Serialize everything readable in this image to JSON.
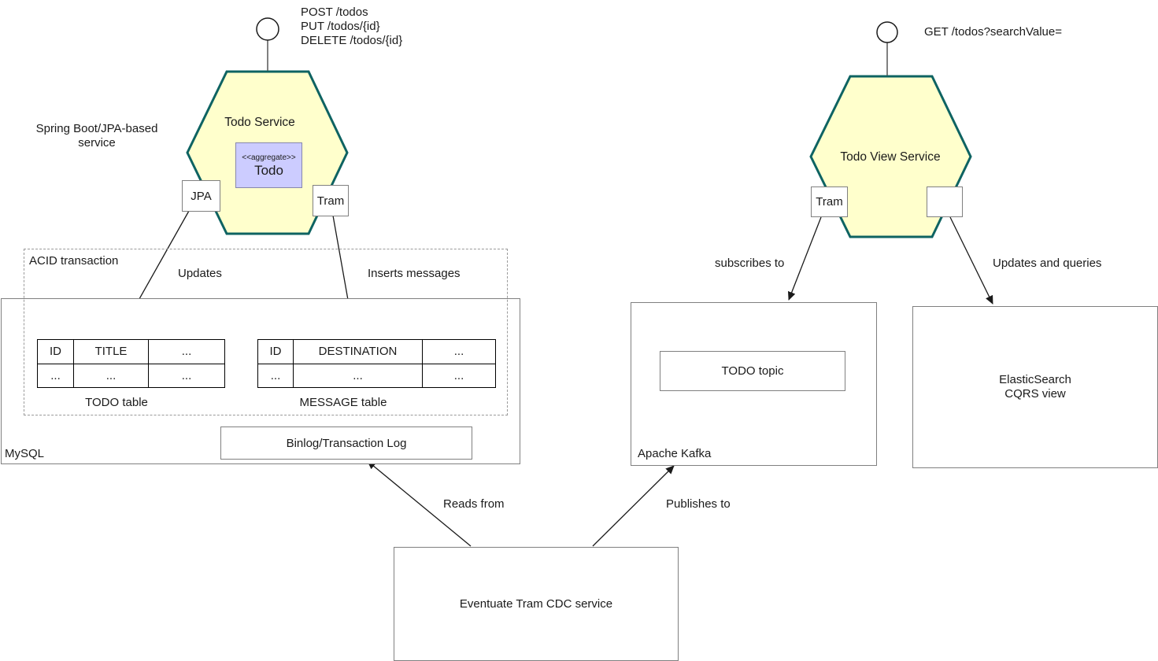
{
  "colors": {
    "hexagon_fill": "#FFFFCC",
    "hexagon_stroke": "#0E6362",
    "aggregate_fill": "#CCCCFF",
    "aggregate_stroke": "#8787AD",
    "box_border": "#808080",
    "arrow": "#1A1A1A",
    "text": "#1A1A1A"
  },
  "todo_service": {
    "name": "Todo Service",
    "api_lines": [
      "POST /todos",
      "PUT /todos/{id}",
      "DELETE /todos/{id}"
    ],
    "note": "Spring Boot/JPA-based\nservice",
    "aggregate": {
      "stereotype": "<<aggregate>>",
      "name": "Todo"
    },
    "ports": {
      "left": "JPA",
      "right": "Tram"
    }
  },
  "todo_view_service": {
    "name": "Todo View Service",
    "api_line": "GET /todos?searchValue=",
    "ports": {
      "left": "Tram",
      "right": ""
    }
  },
  "mysql": {
    "label": "MySQL",
    "acid_label": "ACID transaction",
    "todo_table": {
      "caption": "TODO table",
      "header": [
        "ID",
        "TITLE",
        "..."
      ],
      "row": [
        "...",
        "...",
        "..."
      ]
    },
    "message_table": {
      "caption": "MESSAGE table",
      "header": [
        "ID",
        "DESTINATION",
        "..."
      ],
      "row": [
        "...",
        "...",
        "..."
      ]
    },
    "binlog": "Binlog/Transaction Log"
  },
  "kafka": {
    "label": "Apache Kafka",
    "topic": "TODO topic"
  },
  "elasticsearch": {
    "label": "ElasticSearch\nCQRS view"
  },
  "cdc": {
    "label": "Eventuate Tram CDC service"
  },
  "edges": {
    "updates": "Updates",
    "inserts_messages": "Inserts messages",
    "subscribes_to": "subscribes to",
    "updates_and_queries": "Updates and queries",
    "reads_from": "Reads from",
    "publishes_to": "Publishes to"
  }
}
